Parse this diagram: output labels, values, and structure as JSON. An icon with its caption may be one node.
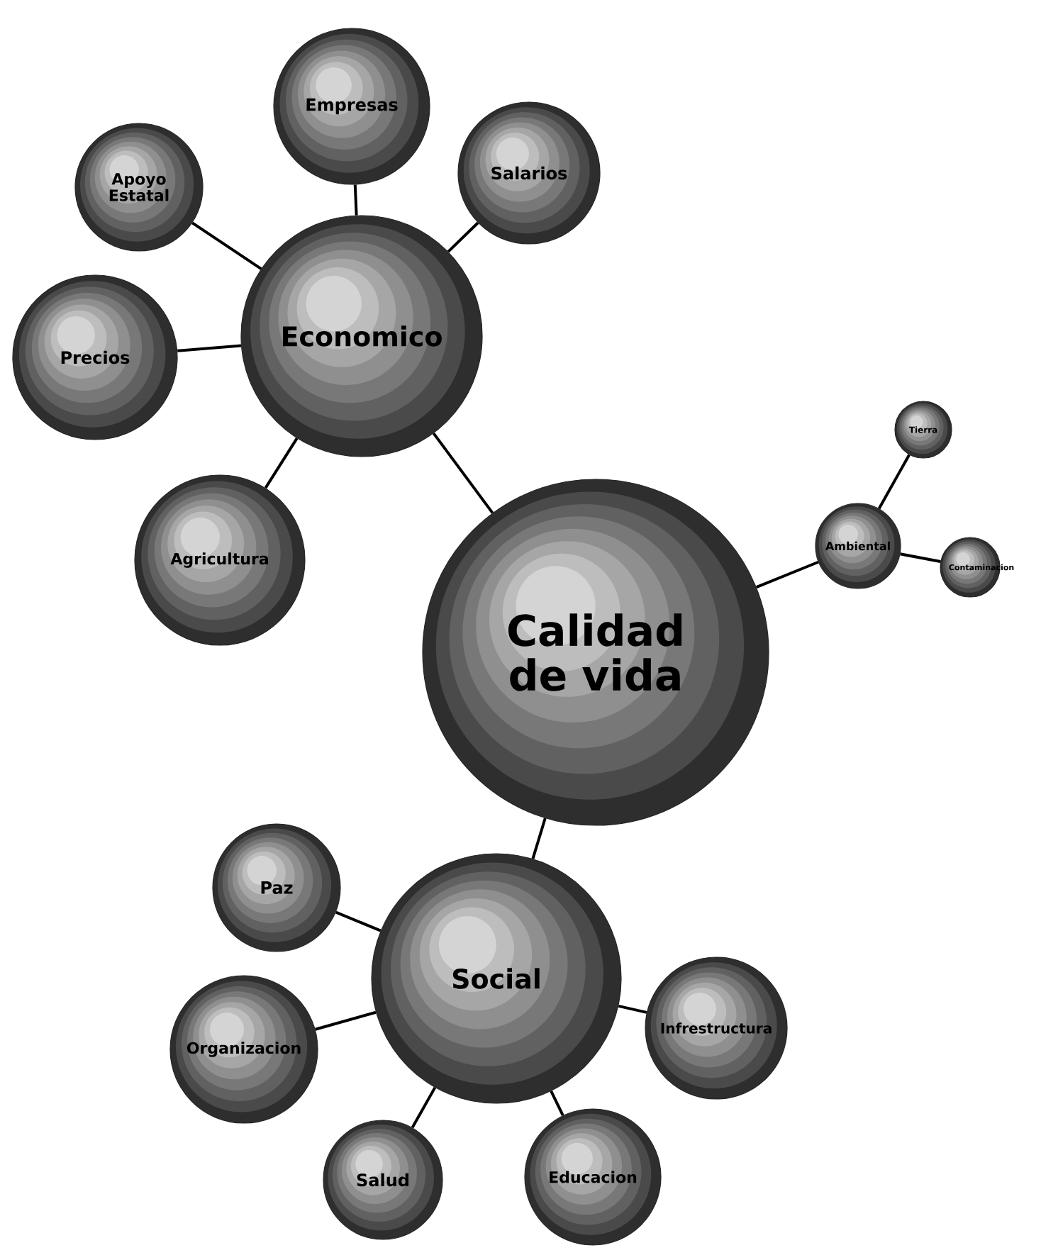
{
  "diagram": {
    "nodes": [
      {
        "text": [
          "Calidad de vida"
        ]
      },
      {
        "text": [
          "Economico"
        ]
      },
      {
        "text": [
          "Apoyo Estatal"
        ]
      },
      {
        "text": [
          "Empresas"
        ]
      },
      {
        "text": [
          "Salarios"
        ]
      },
      {
        "text": [
          "Precios"
        ]
      },
      {
        "text": [
          "Agricultura"
        ]
      },
      {
        "text": [
          "Ambiental"
        ]
      },
      {
        "text": [
          "Tierra"
        ]
      },
      {
        "text": [
          "Contaminacion"
        ]
      },
      {
        "text": [
          "Social"
        ]
      },
      {
        "text": [
          "Paz"
        ]
      },
      {
        "text": [
          "Organizacion"
        ]
      },
      {
        "text": [
          "Infrestructura"
        ]
      },
      {
        "text": [
          "Salud"
        ]
      },
      {
        "text": [
          "Educacion"
        ]
      }
    ],
    "edges": [
      {
        "from": 0,
        "to": 1,
        "arrow": "none"
      },
      {
        "from": 1,
        "to": 2,
        "arrow": "none"
      },
      {
        "from": 1,
        "to": 3,
        "arrow": "none"
      },
      {
        "from": 1,
        "to": 4,
        "arrow": "none"
      },
      {
        "from": 1,
        "to": 5,
        "arrow": "none"
      },
      {
        "from": 1,
        "to": 6,
        "arrow": "none"
      },
      {
        "from": 0,
        "to": 7,
        "arrow": "none"
      },
      {
        "from": 7,
        "to": 8,
        "arrow": "none"
      },
      {
        "from": 7,
        "to": 9,
        "arrow": "none"
      },
      {
        "from": 0,
        "to": 10,
        "arrow": "none"
      },
      {
        "from": 10,
        "to": 11,
        "arrow": "none"
      },
      {
        "from": 10,
        "to": 12,
        "arrow": "none"
      },
      {
        "from": 10,
        "to": 13,
        "arrow": "none"
      },
      {
        "from": 10,
        "to": 14,
        "arrow": "none"
      },
      {
        "from": 10,
        "to": 15,
        "arrow": "none"
      }
    ]
  }
}
